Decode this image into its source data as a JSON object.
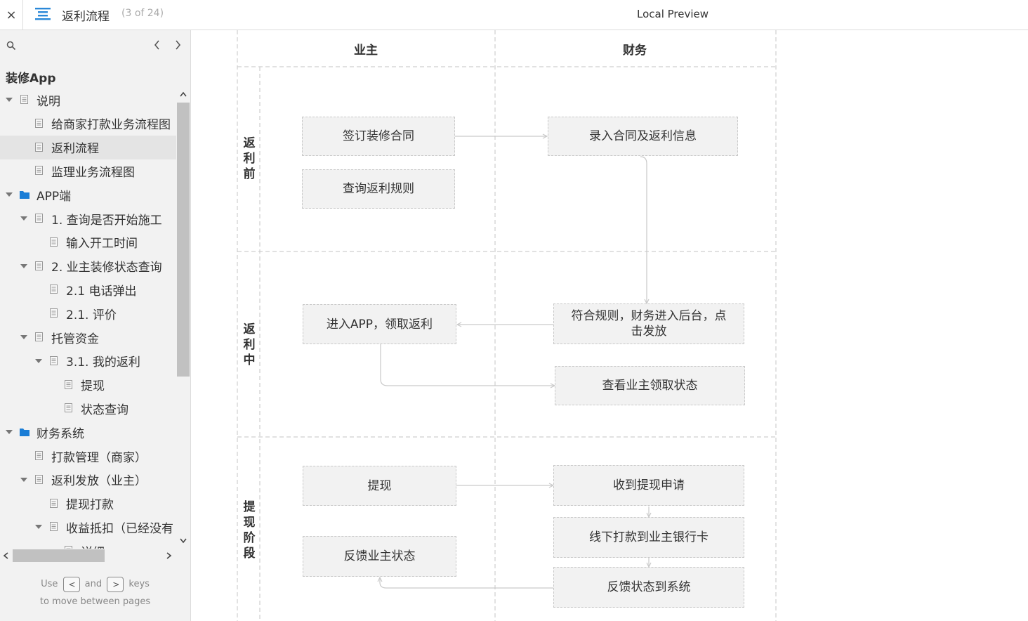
{
  "topbar": {
    "close_label": "×",
    "title": "返利流程",
    "count": "(3 of 24)",
    "preview": "Local Preview"
  },
  "sidebar": {
    "project": "装修App",
    "items": [
      {
        "label": "说明",
        "level": 0,
        "arrow": "down",
        "icon": "doc"
      },
      {
        "label": "给商家打款业务流程图",
        "level": 1,
        "arrow": "",
        "icon": "doc"
      },
      {
        "label": "返利流程",
        "level": 1,
        "arrow": "",
        "icon": "doc",
        "selected": true
      },
      {
        "label": "监理业务流程图",
        "level": 1,
        "arrow": "",
        "icon": "doc"
      },
      {
        "label": "APP端",
        "level": 0,
        "arrow": "down",
        "icon": "folder"
      },
      {
        "label": "1. 查询是否开始施工",
        "level": 1,
        "arrow": "down",
        "icon": "doc"
      },
      {
        "label": "输入开工时间",
        "level": 2,
        "arrow": "",
        "icon": "doc"
      },
      {
        "label": "2. 业主装修状态查询",
        "level": 1,
        "arrow": "down",
        "icon": "doc"
      },
      {
        "label": "2.1 电话弹出",
        "level": 2,
        "arrow": "",
        "icon": "doc"
      },
      {
        "label": "2.1. 评价",
        "level": 2,
        "arrow": "",
        "icon": "doc"
      },
      {
        "label": "托管资金",
        "level": 1,
        "arrow": "down",
        "icon": "doc"
      },
      {
        "label": "3.1. 我的返利",
        "level": 2,
        "arrow": "down",
        "icon": "doc"
      },
      {
        "label": "提现",
        "level": 3,
        "arrow": "",
        "icon": "doc"
      },
      {
        "label": "状态查询",
        "level": 3,
        "arrow": "",
        "icon": "doc"
      },
      {
        "label": "财务系统",
        "level": 0,
        "arrow": "down",
        "icon": "folder"
      },
      {
        "label": "打款管理（商家）",
        "level": 1,
        "arrow": "",
        "icon": "doc"
      },
      {
        "label": "返利发放（业主）",
        "level": 1,
        "arrow": "down",
        "icon": "doc"
      },
      {
        "label": "提现打款",
        "level": 2,
        "arrow": "",
        "icon": "doc"
      },
      {
        "label": "收益抵扣（已经没有",
        "level": 2,
        "arrow": "down",
        "icon": "doc"
      },
      {
        "label": "详细",
        "level": 3,
        "arrow": "",
        "icon": "doc"
      }
    ],
    "hint": {
      "use": "Use",
      "key1": "<",
      "and": "and",
      "key2": ">",
      "keys": "keys",
      "line2": "to move between pages"
    }
  },
  "diagram": {
    "lanes": [
      "业主",
      "财务"
    ],
    "phases": [
      "返利前",
      "返利中",
      "提现阶段"
    ],
    "nodes": {
      "sign_contract": "签订装修合同",
      "query_rules": "查询返利规则",
      "enter_contract": "录入合同及返利信息",
      "enter_app": "进入APP，领取返利",
      "finance_issue": "符合规则，财务进入后台，点击发放",
      "check_status": "查看业主领取状态",
      "withdraw": "提现",
      "feedback_owner": "反馈业主状态",
      "receive_request": "收到提现申请",
      "offline_pay": "线下打款到业主银行卡",
      "feedback_system": "反馈状态到系统"
    }
  },
  "colors": {
    "sidebar_bg": "#f2f2f2",
    "selected_bg": "#e4e4e4",
    "folder_blue": "#1a7dd6",
    "menu_blue": "#2a88d8",
    "node_bg": "#f2f2f2",
    "dash": "#c9c9c9"
  }
}
